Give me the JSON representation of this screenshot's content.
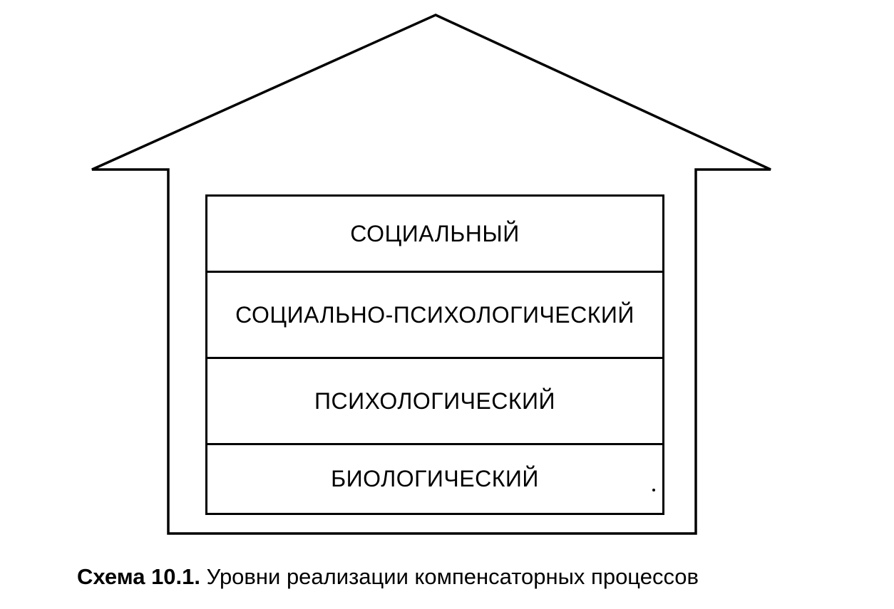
{
  "diagram": {
    "levels": [
      {
        "label": "СОЦИАЛЬНЫЙ"
      },
      {
        "label": "СОЦИАЛЬНО-ПСИХОЛОГИЧЕСКИЙ"
      },
      {
        "label": "ПСИХОЛОГИЧЕСКИЙ"
      },
      {
        "label": "БИОЛОГИЧЕСКИЙ"
      }
    ]
  },
  "caption": {
    "label": "Схема 10.1.",
    "text": "Уровни реализации компенсаторных процессов"
  },
  "colors": {
    "stroke": "#000000",
    "background": "#ffffff"
  }
}
